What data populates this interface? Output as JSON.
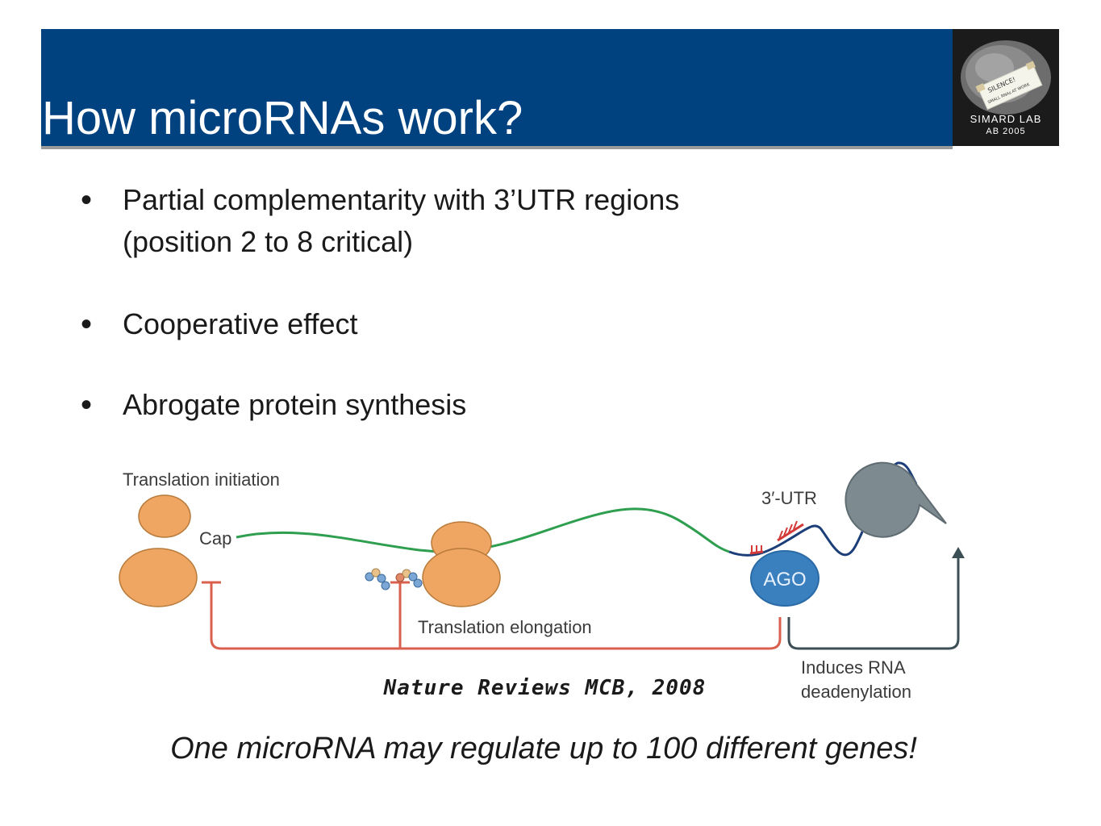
{
  "slide": {
    "title": "How microRNAs work?",
    "bullets": [
      {
        "line1": "Partial complementarity with 3’UTR regions",
        "line2": "(position 2 to 8 critical)"
      },
      {
        "line1": "Cooperative effect",
        "line2": ""
      },
      {
        "line1": "Abrogate protein synthesis",
        "line2": ""
      }
    ],
    "bullet_symbol": "•",
    "citation": "Nature Reviews MCB, 2008",
    "conclusion": "One microRNA may regulate up to 100 different genes!"
  },
  "logo": {
    "sign_text_1": "SILENCE!",
    "sign_text_2": "SMALL RNAs AT WORK",
    "lab_name": "SIMARD LAB",
    "lab_year": "AB 2005"
  },
  "diagram": {
    "translation_initiation": "Translation initiation",
    "cap": "Cap",
    "translation_elongation": "Translation elongation",
    "utr": "3′-UTR",
    "ago": "AGO",
    "induces_1": "Induces RNA",
    "induces_2": "deadenylation",
    "colors": {
      "ribosome": "#f0a663",
      "mrna": "#2e9e4f",
      "utr": "#1c3e78",
      "mirna": "#d43a3a",
      "ago": "#3a7fbe",
      "inhibit": "#d9604e",
      "arrow": "#3c4e56",
      "exonuclease": "#7d8a90"
    }
  }
}
